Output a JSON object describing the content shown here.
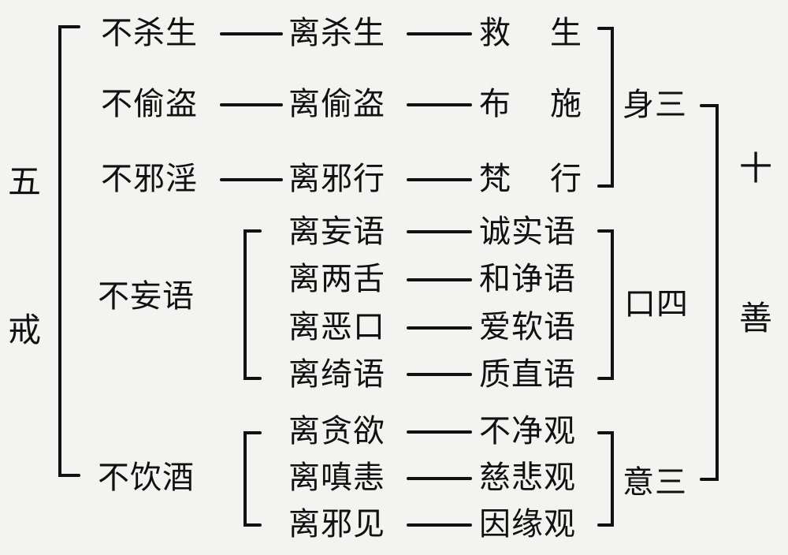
{
  "five_precepts": {
    "char1": "五",
    "char2": "戒"
  },
  "ten_good": {
    "char1": "十",
    "char2": "善"
  },
  "groups": {
    "body": "身三",
    "speech": "口四",
    "mind": "意三"
  },
  "precepts": {
    "killing": "不杀生",
    "stealing": "不偷盗",
    "sexual": "不邪淫",
    "lying": "不妄语",
    "drinking": "不饮酒"
  },
  "abstentions": {
    "killing": "离杀生",
    "stealing": "离偷盗",
    "sexual": "离邪行",
    "lying": "离妄语",
    "divisive": "离两舌",
    "harsh": "离恶口",
    "idle": "离绮语",
    "greed": "离贪欲",
    "anger": "离嗔恚",
    "views": "离邪见"
  },
  "virtues": {
    "saving_life": "救生",
    "giving": "布施",
    "pure_conduct": "梵行",
    "honest_speech": "诚实语",
    "harmonious_speech": "和诤语",
    "gentle_speech": "爱软语",
    "plain_speech": "质直语",
    "impurity_contemplation": "不净观",
    "compassion_contemplation": "慈悲观",
    "causation_contemplation": "因缘观"
  }
}
